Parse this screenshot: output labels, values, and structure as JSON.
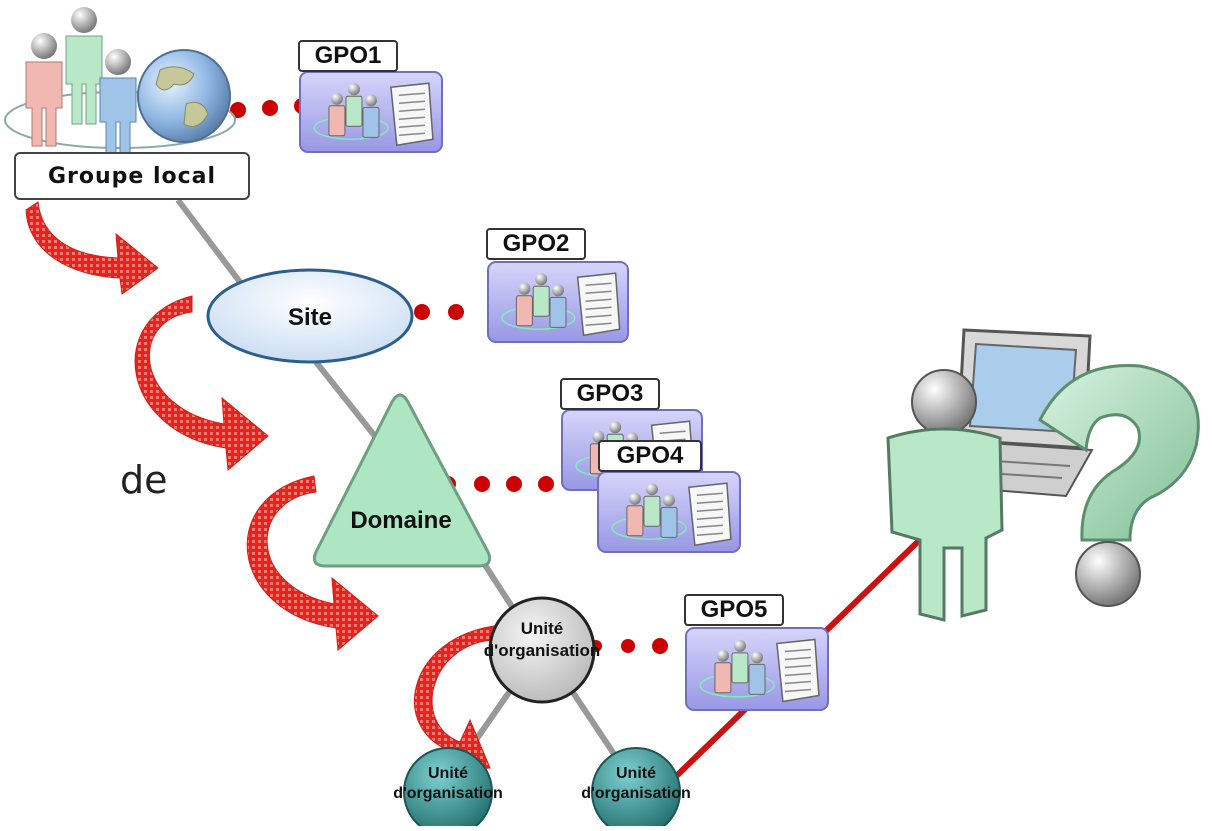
{
  "nodes": {
    "local_group": "Groupe local",
    "site": "Site",
    "domain": "Domaine",
    "ou_main_line1": "Unité",
    "ou_main_line2": "d'organisation",
    "ou_child_left_line1": "Unité",
    "ou_child_left_line2": "d'organisation",
    "ou_child_right_line1": "Unité",
    "ou_child_right_line2": "d'organisation"
  },
  "gpos": {
    "gpo1": "GPO1",
    "gpo2": "GPO2",
    "gpo3": "GPO3",
    "gpo4": "GPO4",
    "gpo5": "GPO5"
  },
  "side_text": "de",
  "colors": {
    "arrow": "#e8231e",
    "connector_dots": "#cc0000",
    "tree_line": "#999999",
    "user_link": "#cc1111",
    "gpo_panel": "#b3b2ef",
    "domain_fill": "#aee6c3",
    "site_fill": "#e6f0fb",
    "ou_main_fill": "#dedede",
    "ou_child_fill": "#2e8a8a"
  },
  "icons": [
    "people-group-icon",
    "globe-icon",
    "document-icon",
    "computer-monitor-icon",
    "user-icon",
    "question-mark-icon"
  ]
}
